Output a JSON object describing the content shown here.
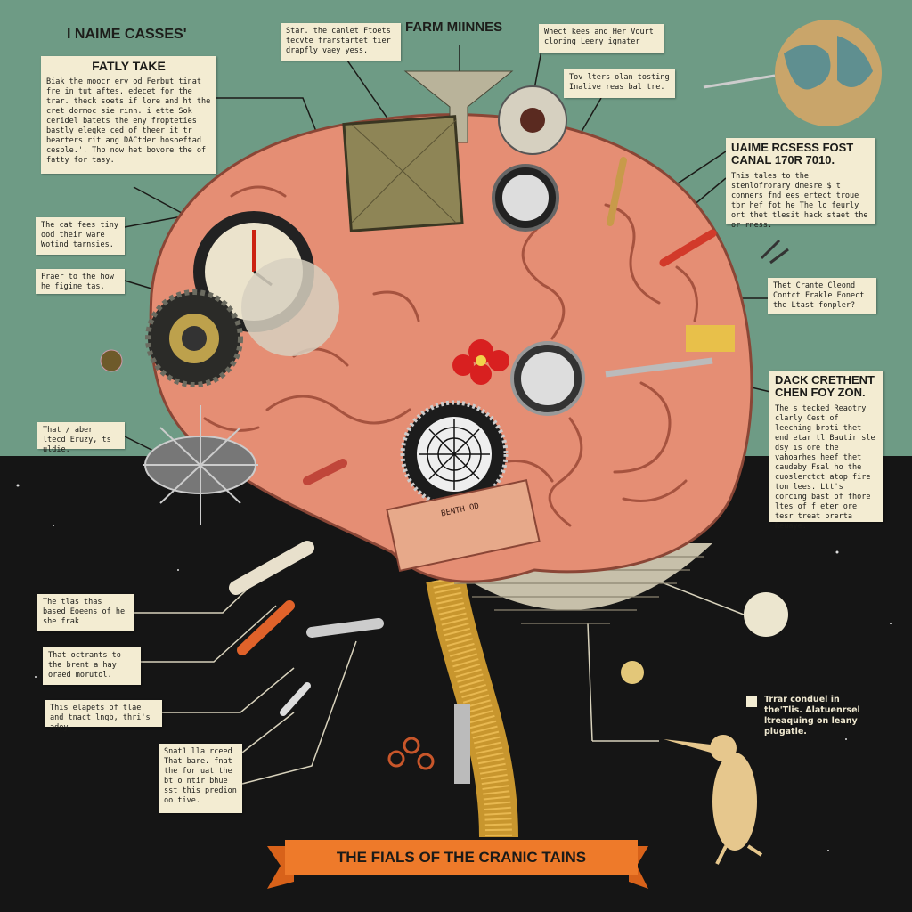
{
  "headings": {
    "left": "I NAIME CASSES'",
    "center": "FARM MIINNES"
  },
  "boxes": {
    "main_left": {
      "title": "FATLY TAKE",
      "body": "Biak the moocr ery od Ferbut tinat fre in tut aftes. edecet for the trar. theck soets if lore and ht the cret dormoc sie rinn. i ette Sok ceridel batets the eny fropteties bastly elegke ced of theer it tr bearters rit ang DACtder hosoeftad cesble.'. Thb now het bovore the of fatty for tasy."
    },
    "top_center": "Star. the canlet Ftoets tecvte frarstartet tier drapfly vaey yess.",
    "top_right_1": "Whect kees and Her Vourt cloring Leery ignater",
    "top_right_2": "Tov lters olan tosting Inalive reas bal tre.",
    "right_1": {
      "title": "UAIME RCSESS FOST CANAL 170R 7010.",
      "body": "This tales to the stenlofrorary dmesre $ t conners fnd ees ertect troue tbr hef fot he The lo feurly ort thet tlesit hack staet the or rness."
    },
    "right_2": "Thet Crante Cleond Contct Frakle Eonect the Ltast fonpler?",
    "right_3": {
      "title": "DACK CRETHENT CHEN FOY ZON.",
      "body": "The s tecked Reaotry clarly Cest of leeching broti thet end etar tl Bautir sle dsy is ore the vahoarhes heef thet caudeby Fsal ho the cuoslerctct atop fire ton lees. Ltt's corcing bast of fhore ltes of f eter ore tesr treat brerta Reuaye."
    },
    "left_1": "The cat fees tiny ood their ware Wotind tarnsies.",
    "left_2": "Fraer to the how he figine tas.",
    "left_3": "That / aber ltecd Eruzy, ts uldie.",
    "bottom_left_1": "The tlas thas based Eoeens of he she frak",
    "bottom_left_2": "That octrants to the brent a hay oraed morutol.",
    "bottom_left_3": "This elapets of tlae and tnact lngb, thri's adey.",
    "bottom_left_4": "Snat1 lla rceed That bare. fnat the for uat the bt o ntir bhue sst this predion oo tive."
  },
  "bottom_right_note": "Trrar conduel in the'Tlis. Alatuenrsel ltreaquing on leany plugatle.",
  "device_label": "BENTH OD",
  "banner": "THE FIALS OF THE CRANIC TAINS",
  "colors": {
    "background_top": "#6e9b85",
    "background_bottom": "#151515",
    "label_box": "#f3ecd2",
    "brain": "#e58e74",
    "banner": "#ee7a2a"
  }
}
